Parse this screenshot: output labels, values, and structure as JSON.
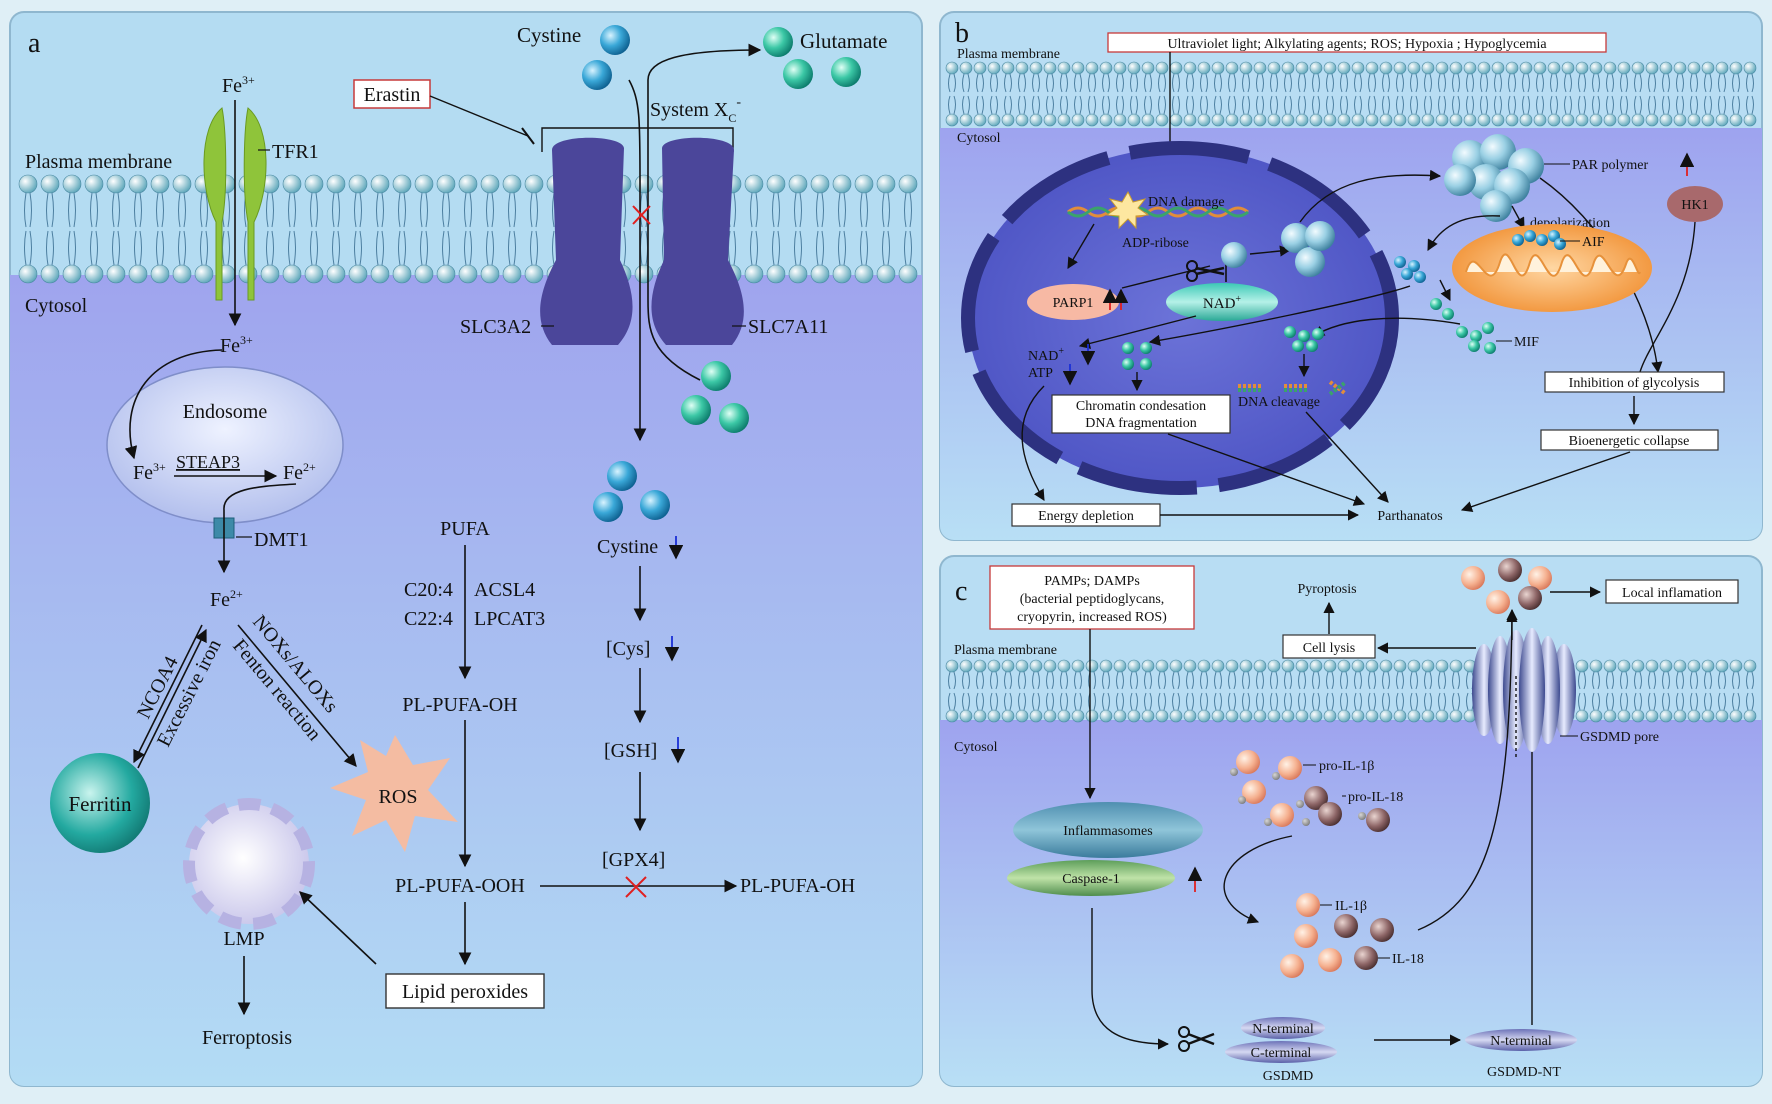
{
  "panel_a": {
    "label": "a",
    "fe3_top": "Fe",
    "fe3_sup": "3+",
    "tfr1": "TFR1",
    "plasma_membrane": "Plasma membrane",
    "cytosol": "Cytosol",
    "fe3_cyto": "Fe",
    "fe3_cyto_sup": "3+",
    "endosome": "Endosome",
    "steap3": "STEAP3",
    "fe3_endo": "Fe",
    "fe3_endo_sup": "3+",
    "fe2_endo": "Fe",
    "fe2_endo_sup": "2+",
    "dmt1": "DMT1",
    "fe2": "Fe",
    "fe2_sup": "2+",
    "ncoa4": "NCOA4",
    "excessive_iron": "Excessive iron",
    "noxs": "NOXs/ALOXs",
    "fenton": "Fenton reaction",
    "ferritin": "Ferritin",
    "ros": "ROS",
    "lmp": "LMP",
    "ferroptosis": "Ferroptosis",
    "erastin": "Erastin",
    "cystine_top": "Cystine",
    "glutamate": "Glutamate",
    "system_xc": "System X",
    "system_xc_sub": "C",
    "system_xc_sup": "-",
    "slc3a2": "SLC3A2",
    "slc7a11": "SLC7A11",
    "pufa": "PUFA",
    "c20": "C20:4",
    "acsl4": "ACSL4",
    "c22": "C22:4",
    "lpcat3": "LPCAT3",
    "pl_pufa_oh": "PL-PUFA-OH",
    "pl_pufa_ooh": "PL-PUFA-OOH",
    "cystine_mid": "Cystine",
    "cys": "[Cys]",
    "gsh": "[GSH]",
    "gpx4": "[GPX4]",
    "pl_pufa_oh_right": "PL-PUFA-OH",
    "lipid_peroxides": "Lipid peroxides"
  },
  "panel_b": {
    "label": "b",
    "plasma_membrane": "Plasma membrane",
    "stimuli": "Ultraviolet light; Alkylating agents; ROS; Hypoxia ;  Hypoglycemia",
    "cytosol": "Cytosol",
    "dna_damage": "DNA damage",
    "adp_ribose": "ADP-ribose",
    "parp1": "PARP1",
    "nad_plus": "NAD",
    "nad_sup": "+",
    "par_polymer": "PAR polymer",
    "hk1": "HK1",
    "depolarization": "depolarization",
    "aif": "AIF",
    "mif": "MIF",
    "nad_low": "NAD",
    "nad_low_sup": "+",
    "atp": "ATP",
    "chromatin_line1": "Chromatin condesation",
    "chromatin_line2": "DNA fragmentation",
    "dna_cleavage": "DNA cleavage",
    "inhibition": "Inhibition of glycolysis",
    "bioenergetic": "Bioenergetic collapse",
    "energy_depletion": "Energy depletion",
    "parthanatos": "Parthanatos"
  },
  "panel_c": {
    "label": "c",
    "pamps_line1": "PAMPs; DAMPs",
    "pamps_line2": "(bacterial peptidoglycans,",
    "pamps_line3": "cryopyrin, increased ROS)",
    "plasma_membrane": "Plasma membrane",
    "cytosol": "Cytosol",
    "pyroptosis": "Pyroptosis",
    "cell_lysis": "Cell lysis",
    "local_inflammation": "Local inflamation",
    "gsdmd_pore": "GSDMD pore",
    "pro_il1b": "pro-IL-1β",
    "pro_il18": "pro-IL-18",
    "inflammasomes": "Inflammasomes",
    "caspase1": "Caspase-1",
    "il1b": "IL-1β",
    "il18": "IL-18",
    "n_terminal": "N-terminal",
    "c_terminal": "C-terminal",
    "gsdmd": "GSDMD",
    "n_terminal_right": "N-terminal",
    "gsdmd_nt": "GSDMD-NT"
  },
  "colors": {
    "up_arrow": "#e02020",
    "down_arrow": "#1a2fd6",
    "inhibit_x": "#e02020",
    "transporter": "#4b469a",
    "tfr1": "#8fc43a",
    "ferritin": "#1aa79e",
    "ros": "#f2b8a0",
    "nucleus": "#2d3180",
    "mitochondrion": "#f39a3c"
  }
}
